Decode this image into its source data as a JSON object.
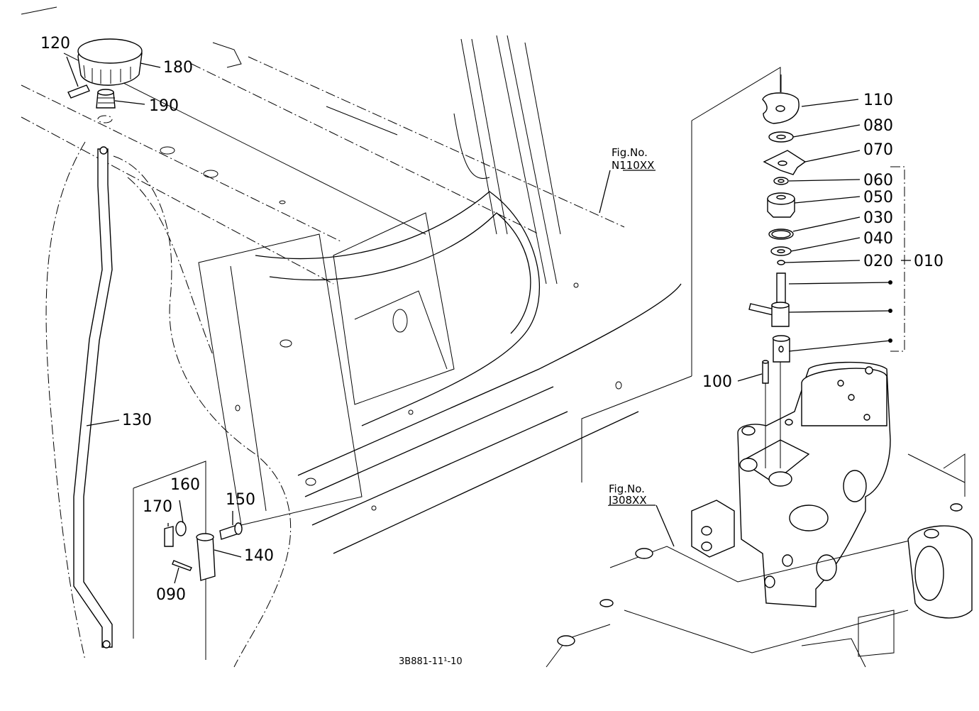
{
  "parts": [
    {
      "id": "p010",
      "label": "010"
    },
    {
      "id": "p020",
      "label": "020"
    },
    {
      "id": "p030",
      "label": "030"
    },
    {
      "id": "p040",
      "label": "040"
    },
    {
      "id": "p050",
      "label": "050"
    },
    {
      "id": "p060",
      "label": "060"
    },
    {
      "id": "p070",
      "label": "070"
    },
    {
      "id": "p080",
      "label": "080"
    },
    {
      "id": "p090",
      "label": "090"
    },
    {
      "id": "p100",
      "label": "100"
    },
    {
      "id": "p110",
      "label": "110"
    },
    {
      "id": "p120",
      "label": "120"
    },
    {
      "id": "p130",
      "label": "130"
    },
    {
      "id": "p140",
      "label": "140"
    },
    {
      "id": "p150",
      "label": "150"
    },
    {
      "id": "p160",
      "label": "160"
    },
    {
      "id": "p170",
      "label": "170"
    },
    {
      "id": "p180",
      "label": "180"
    },
    {
      "id": "p190",
      "label": "190"
    }
  ],
  "references": [
    {
      "line1": "Fig.No.",
      "line2": "N110XX"
    },
    {
      "line1": "Fig.No.",
      "line2": "J308XX"
    }
  ],
  "drawing_code": "3B881-11¹-10"
}
